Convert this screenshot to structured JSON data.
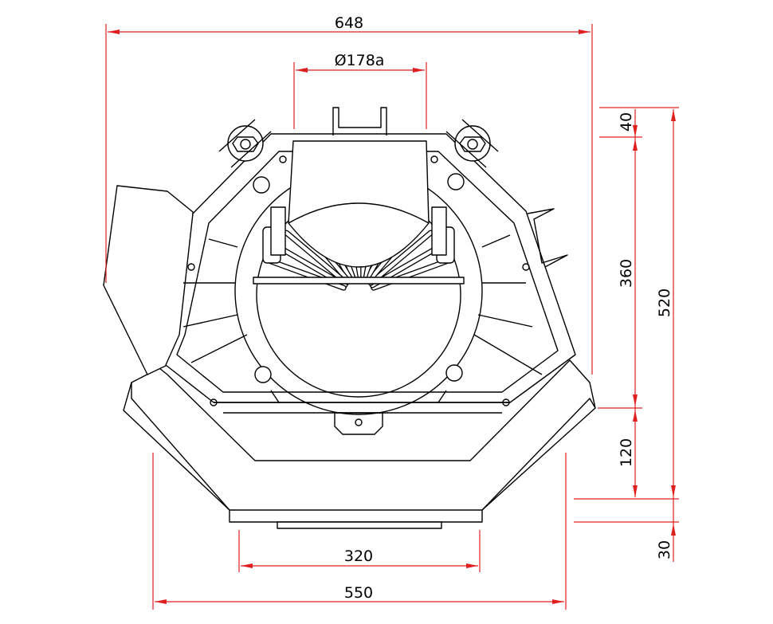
{
  "title": "Engine housing dimension drawing",
  "dimensions": {
    "overall_width": "648",
    "diameter": "Ø178a",
    "top_offset": "40",
    "body_height": "360",
    "overall_height": "520",
    "base_height": "120",
    "foot_height": "30",
    "base_bottom_width": "320",
    "base_width": "550"
  },
  "colors": {
    "dimension": "#e02020",
    "outline": "#000000"
  }
}
